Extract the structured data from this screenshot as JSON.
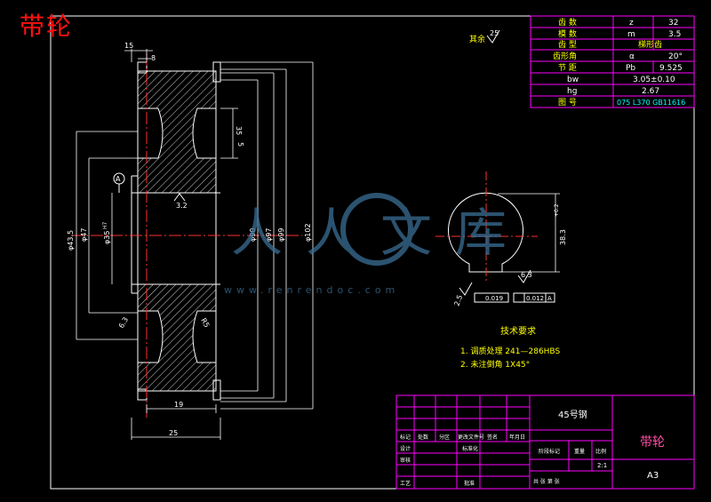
{
  "page_title": "带轮",
  "spec_table": {
    "rows": [
      {
        "label": "齿  数",
        "symbol": "z",
        "value": "32"
      },
      {
        "label": "模  数",
        "symbol": "m",
        "value": "3.5"
      },
      {
        "label": "齿  型",
        "symbol": "",
        "value": "梯形齿"
      },
      {
        "label": "齿形角",
        "symbol": "α",
        "value": "20°"
      },
      {
        "label": "节  距",
        "symbol": "Pb",
        "value": "9.525"
      },
      {
        "label": "bw",
        "symbol": "",
        "value": "3.05±0.10"
      },
      {
        "label": "hg",
        "symbol": "",
        "value": "2.67"
      },
      {
        "label": "图  号",
        "symbol": "",
        "value": "075 L370 GB11616"
      }
    ]
  },
  "roughness_other": {
    "label": "其余",
    "value": "25"
  },
  "dims": {
    "d_15": "15",
    "d_8": "8",
    "d_35": "35",
    "d_5": "5",
    "d_32": "3.2",
    "d_6_3_left": "6.3",
    "d_r5": "R5",
    "d_phi435": "φ43.5",
    "d_phi47": "φ47",
    "d_phi35": "φ35",
    "d_phi35_tol": "H7",
    "d_phi90": "φ90",
    "d_phi97": "φ97",
    "d_phi99": "φ99",
    "d_phi102": "φ102",
    "d_19": "19",
    "d_25": "25",
    "datum_a": "A",
    "keyway_dim": "38.3",
    "keyway_tol": "+0.2",
    "rough_6_3": "6.3",
    "rough_2_5": "2.5",
    "sym_tol": "0.019",
    "flat_tol": "0.012",
    "flat_ref": "A"
  },
  "tech_req": {
    "title": "技术要求",
    "items": [
      "1. 调质处理 241—286HBS",
      "2. 未注倒角 1X45°"
    ]
  },
  "watermark": {
    "text": "人人文库",
    "url": "www.renrendoc.com"
  },
  "title_block": {
    "material": "45号钢",
    "part_name": "带轮",
    "paper_size": "A3",
    "scale": "2:1",
    "labels": {
      "mark": "标记",
      "count": "处数",
      "zone": "分区",
      "change_doc": "更改文件号",
      "sign": "签名",
      "date": "年月日",
      "design": "设计",
      "standard": "标准化",
      "stage": "阶段标记",
      "weight": "重量",
      "ratio": "比例",
      "check": "审核",
      "craft": "工艺",
      "approve": "批准",
      "sheets": "共 张  第 张"
    }
  },
  "colors": {
    "outline": "#ffffff",
    "dim": "#00ffff",
    "tech": "#ffff00",
    "hatch": "#ffffff",
    "frame": "#ff00ff",
    "center": "#ff3030",
    "red_title": "#ff1010",
    "watermark": "#3a6f96"
  }
}
